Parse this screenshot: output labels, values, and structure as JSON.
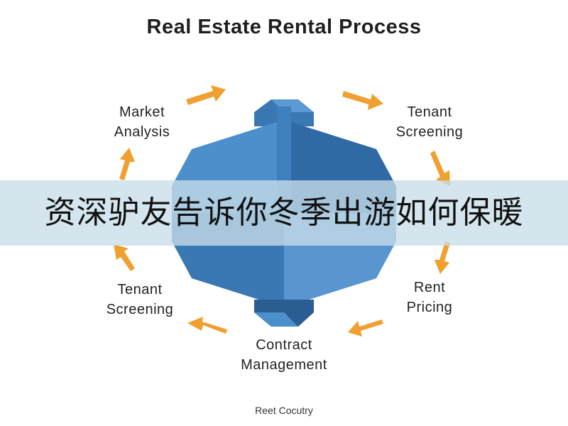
{
  "title": "Real Estate Rental Process",
  "steps": [
    {
      "line1": "Market",
      "line2": "Analysis"
    },
    {
      "line1": "Tenant",
      "line2": "Screening"
    },
    {
      "line1": "Rent",
      "line2": "Pricing"
    },
    {
      "line1": "Contract",
      "line2": "Management"
    },
    {
      "line1": "Tenant",
      "line2": "Screening"
    }
  ],
  "banner": {
    "text": "资深驴友告诉你冬季出游如何保暖"
  },
  "footer": {
    "text": "Reet Cocutry"
  },
  "colors": {
    "arrow": "#f0a030",
    "shape_light": "#4b8fcb",
    "shape_mid": "#3a78b4",
    "shape_dark": "#2a5e92",
    "banner": "#c8dee8"
  }
}
